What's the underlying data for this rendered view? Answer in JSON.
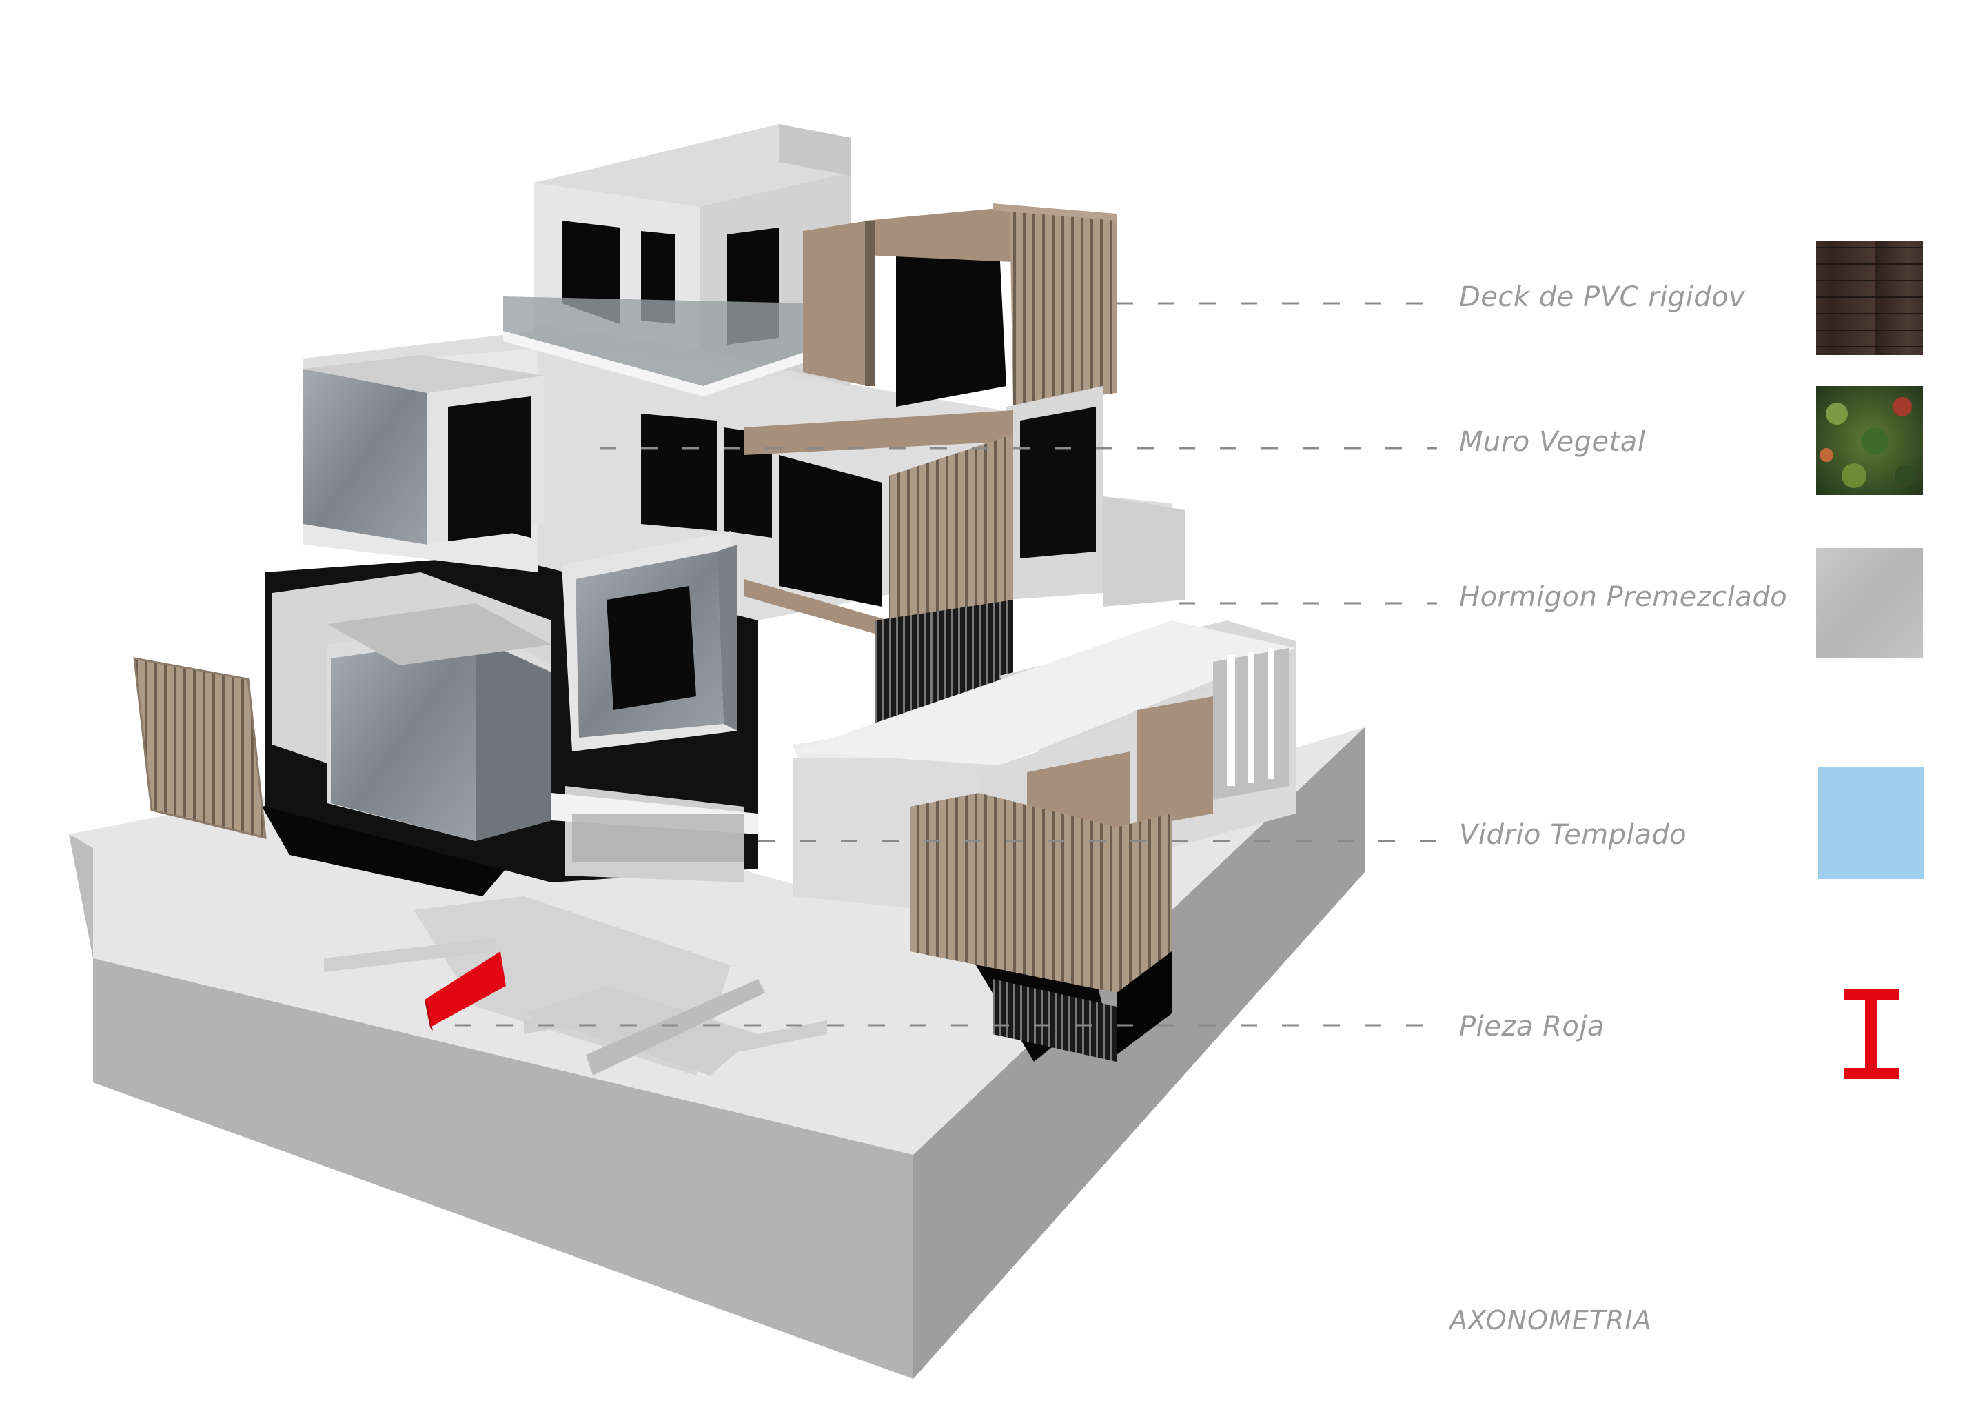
{
  "legend": {
    "items": [
      {
        "label": "Deck de PVC rigidov",
        "swatch": "deck-texture",
        "color": "#3e2f2a"
      },
      {
        "label": "Muro Vegetal",
        "swatch": "green-wall-texture",
        "color": "#3c5a2a"
      },
      {
        "label": "Hormigon Premezclado",
        "swatch": "concrete-texture",
        "color": "#bdbdbd"
      },
      {
        "label": "Vidrio Templado",
        "swatch": "glass-color",
        "color": "#9fcdec"
      },
      {
        "label": "Pieza Roja",
        "swatch": "red-i-beam-icon",
        "color": "#e30613"
      }
    ]
  },
  "caption": "AXONOMETRIA",
  "colors": {
    "wood_slat": "#a8937e",
    "concrete": "#8f9599",
    "white_volume": "#dcdcdc",
    "shadow": "#050505",
    "red_piece": "#e30613"
  }
}
